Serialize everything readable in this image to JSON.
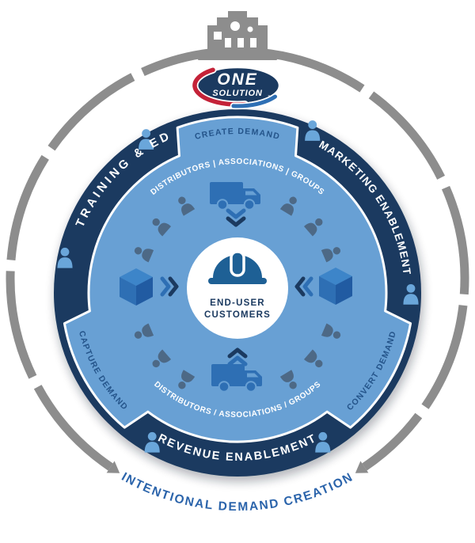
{
  "logo": {
    "brand": "ONE",
    "brand_sub": "SOLUTION",
    "trademark": "™"
  },
  "outer": {
    "bottom_label": "INTENTIONAL DEMAND CREATION"
  },
  "ring_labels": {
    "left": "TRAINING & ED",
    "right": "MARKETING ENABLEMENT",
    "bottom": "REVENUE ENABLEMENT"
  },
  "demand_tabs": {
    "top": "CREATE DEMAND",
    "bottom_left": "CAPTURE DEMAND",
    "bottom_right": "CONVERT DEMAND"
  },
  "inner_ring": {
    "top_text": "DISTRIBUTORS | ASSOCIATIONS | GROUPS",
    "bottom_text": "DISTRIBUTORS / ASSOCIATIONS / GROUPS"
  },
  "center": {
    "line1": "END-USER",
    "line2": "CUSTOMERS"
  },
  "colors": {
    "navy": "#1b3a60",
    "light_blue": "#68a0d4",
    "icon_blue": "#2e6fb4",
    "cube_top": "#3d85c9",
    "cube_dark": "#215ba2",
    "hat_blue": "#1e6095",
    "person_inner": "#4d6986",
    "person_ring": "#6aa6da",
    "gray": "#8d8d8d",
    "logo_red": "#c42238",
    "outer_text_blue": "#2b64ab",
    "tab_text_blue": "#24548a"
  },
  "icons": {
    "top": "factory-icon",
    "center": "hard-hat-icon",
    "delivery": "truck-icon",
    "product": "cube-icon",
    "people": "person-icon",
    "flow": "chevron-icon"
  }
}
